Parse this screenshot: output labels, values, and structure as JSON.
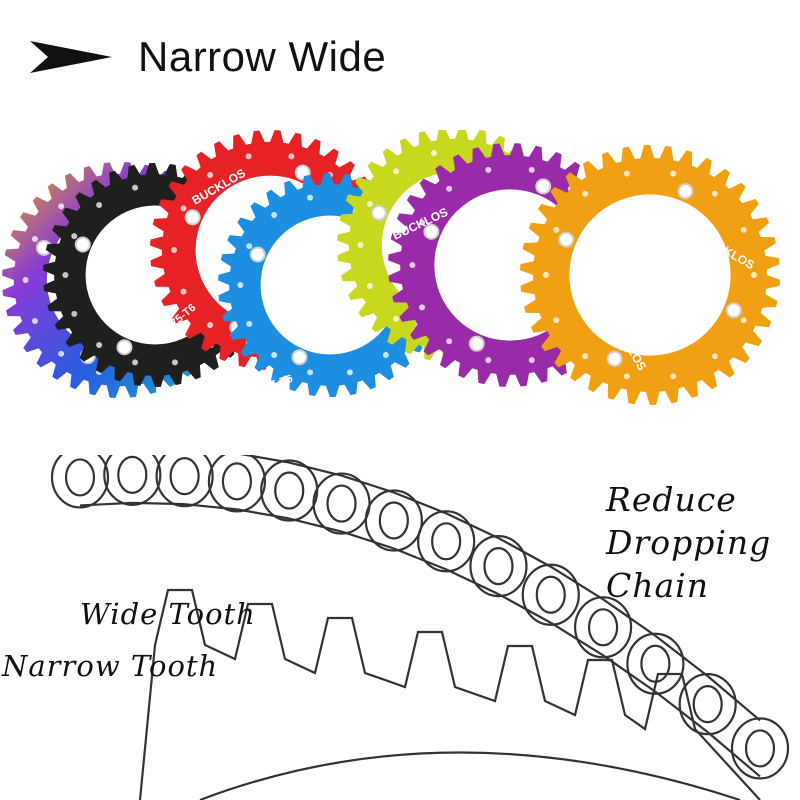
{
  "header": {
    "title": "Narrow Wide",
    "arrow_icon": "arrow-right-icon"
  },
  "rings": {
    "colors": [
      "#6a4fd0",
      "#1f1f1f",
      "#e62227",
      "#1d8ee0",
      "#c7d81e",
      "#9a2ba8",
      "#f0a012"
    ],
    "labels": {
      "brand": "BUCKLOS",
      "alloy": "7075-T6"
    }
  },
  "callouts": {
    "reduce": [
      "Reduce",
      "Dropping",
      "Chain"
    ],
    "wide_tooth": "Wide Tooth",
    "narrow_tooth": "Narrow Tooth"
  }
}
